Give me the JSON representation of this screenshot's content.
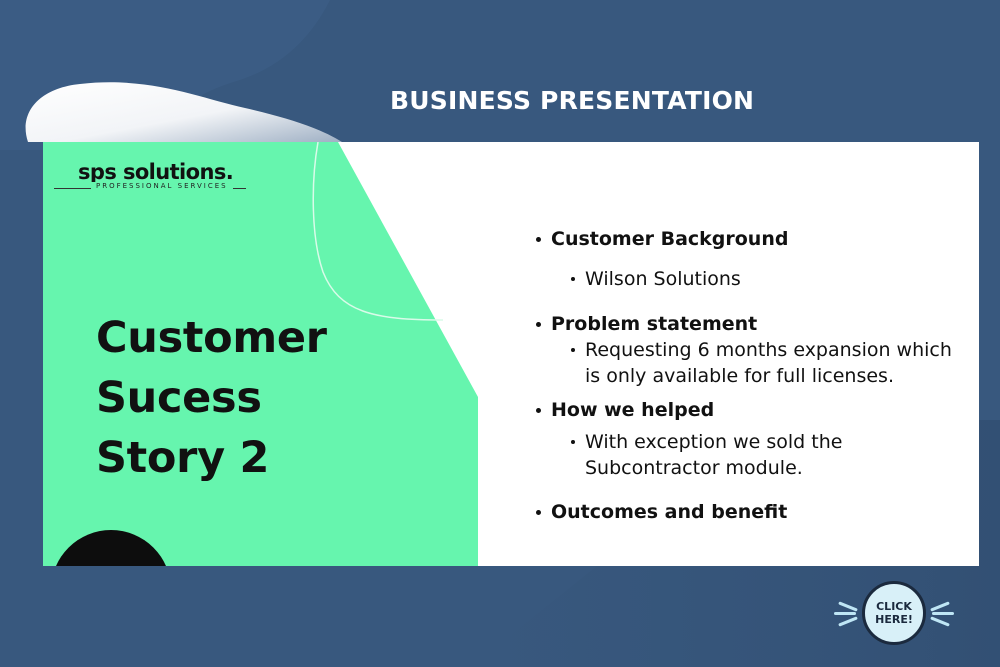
{
  "header": {
    "title": "BUSINESS PRESENTATION"
  },
  "slide": {
    "logo": {
      "name": "sps solutions.",
      "tagline": "PROFESSIONAL SERVICES"
    },
    "title_lines": [
      "Customer",
      "Sucess",
      "Story 2"
    ],
    "sections": [
      {
        "heading": "Customer Background",
        "items": [
          "Wilson Solutions"
        ]
      },
      {
        "heading": "Problem statement",
        "items": [
          "Requesting 6 months expansion which is only available for full licenses."
        ]
      },
      {
        "heading": "How we helped",
        "items": [
          "With exception we sold the Subcontractor module."
        ]
      },
      {
        "heading": "Outcomes and benefit",
        "items": []
      }
    ],
    "colors": {
      "accent_green": "#66f5ae",
      "background_blue": "#38587e"
    }
  },
  "cta": {
    "label_line1": "CLICK",
    "label_line2": "HERE!"
  }
}
